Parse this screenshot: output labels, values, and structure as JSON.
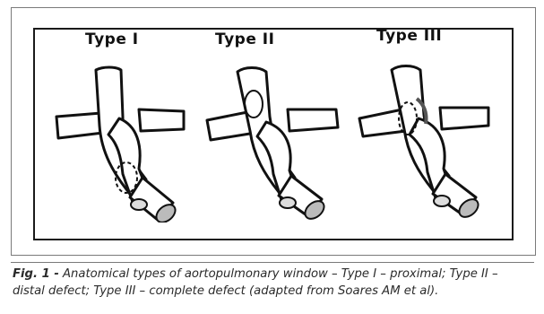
{
  "figure": {
    "types": [
      {
        "label": "Type I",
        "variant": "proximal"
      },
      {
        "label": "Type II",
        "variant": "distal"
      },
      {
        "label": "Type III",
        "variant": "complete"
      }
    ]
  },
  "caption": {
    "prefix": "Fig. 1 -",
    "text": " Anatomical types of aortopulmonary window – Type I – proximal; Type II – distal defect; Type III – complete defect (adapted from Soares AM et al)."
  }
}
